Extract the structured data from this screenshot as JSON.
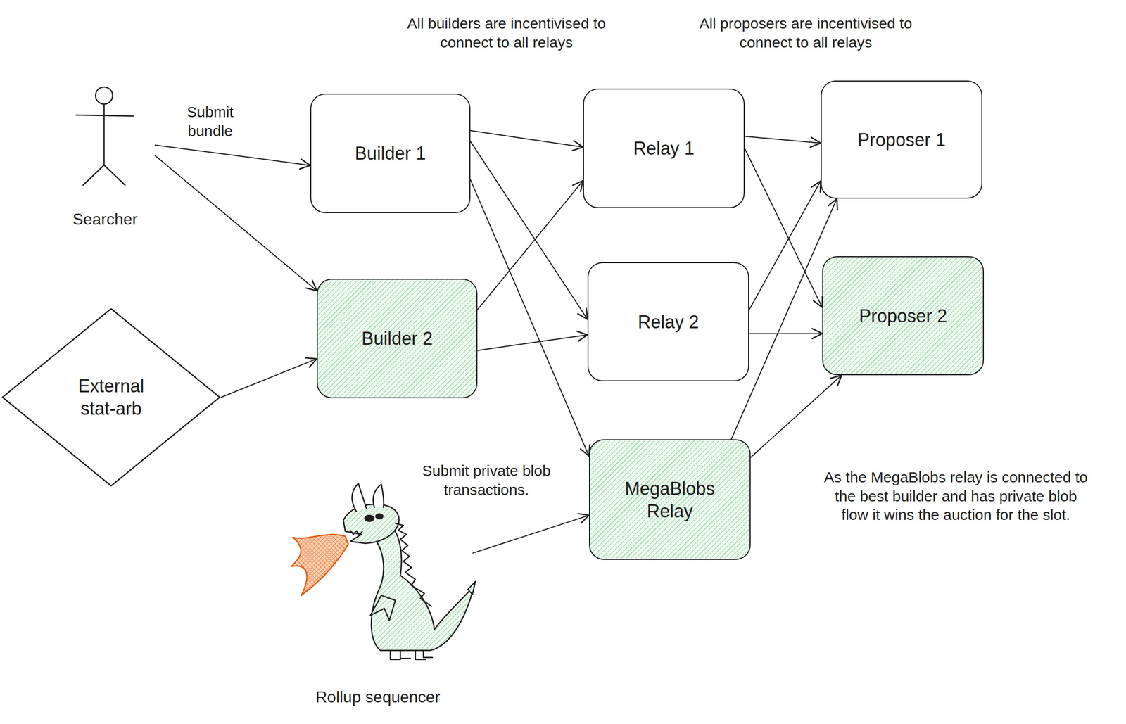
{
  "diagram": {
    "nodes": [
      {
        "text": [
          "Searcher"
        ]
      },
      {
        "text": [
          "Builder 1"
        ]
      },
      {
        "text": [
          "Relay 1"
        ]
      },
      {
        "text": [
          "Proposer 1"
        ]
      },
      {
        "text": [
          "Builder 2"
        ]
      },
      {
        "text": [
          "Relay 2"
        ]
      },
      {
        "text": [
          "Proposer 2"
        ]
      },
      {
        "text": [
          "External stat-arb"
        ]
      },
      {
        "text": [
          "MegaBlobs Relay"
        ]
      },
      {
        "text": [
          "Rollup sequencer"
        ]
      }
    ],
    "edges": [
      {
        "from": 0,
        "to": 1,
        "arrow": "to",
        "label": "Submit bundle"
      },
      {
        "from": 0,
        "to": 4,
        "arrow": "to"
      },
      {
        "from": 7,
        "to": 4,
        "arrow": "to"
      },
      {
        "from": 1,
        "to": 2,
        "arrow": "to"
      },
      {
        "from": 1,
        "to": 5,
        "arrow": "to"
      },
      {
        "from": 1,
        "to": 8,
        "arrow": "to"
      },
      {
        "from": 4,
        "to": 2,
        "arrow": "to"
      },
      {
        "from": 4,
        "to": 5,
        "arrow": "to"
      },
      {
        "from": 2,
        "to": 3,
        "arrow": "to"
      },
      {
        "from": 2,
        "to": 6,
        "arrow": "to"
      },
      {
        "from": 5,
        "to": 3,
        "arrow": "to"
      },
      {
        "from": 5,
        "to": 6,
        "arrow": "to"
      },
      {
        "from": 8,
        "to": 3,
        "arrow": "to"
      },
      {
        "from": 8,
        "to": 6,
        "arrow": "to"
      },
      {
        "from": 9,
        "to": 8,
        "arrow": "to",
        "label": "Submit private blob transactions."
      }
    ],
    "labels": [
      "All builders are incentivised to connect to all relays",
      "All proposers are incentivised to connect to all relays",
      "As the MegaBlobs relay is connected to the best builder and has private blob flow it wins the auction for the slot."
    ]
  }
}
